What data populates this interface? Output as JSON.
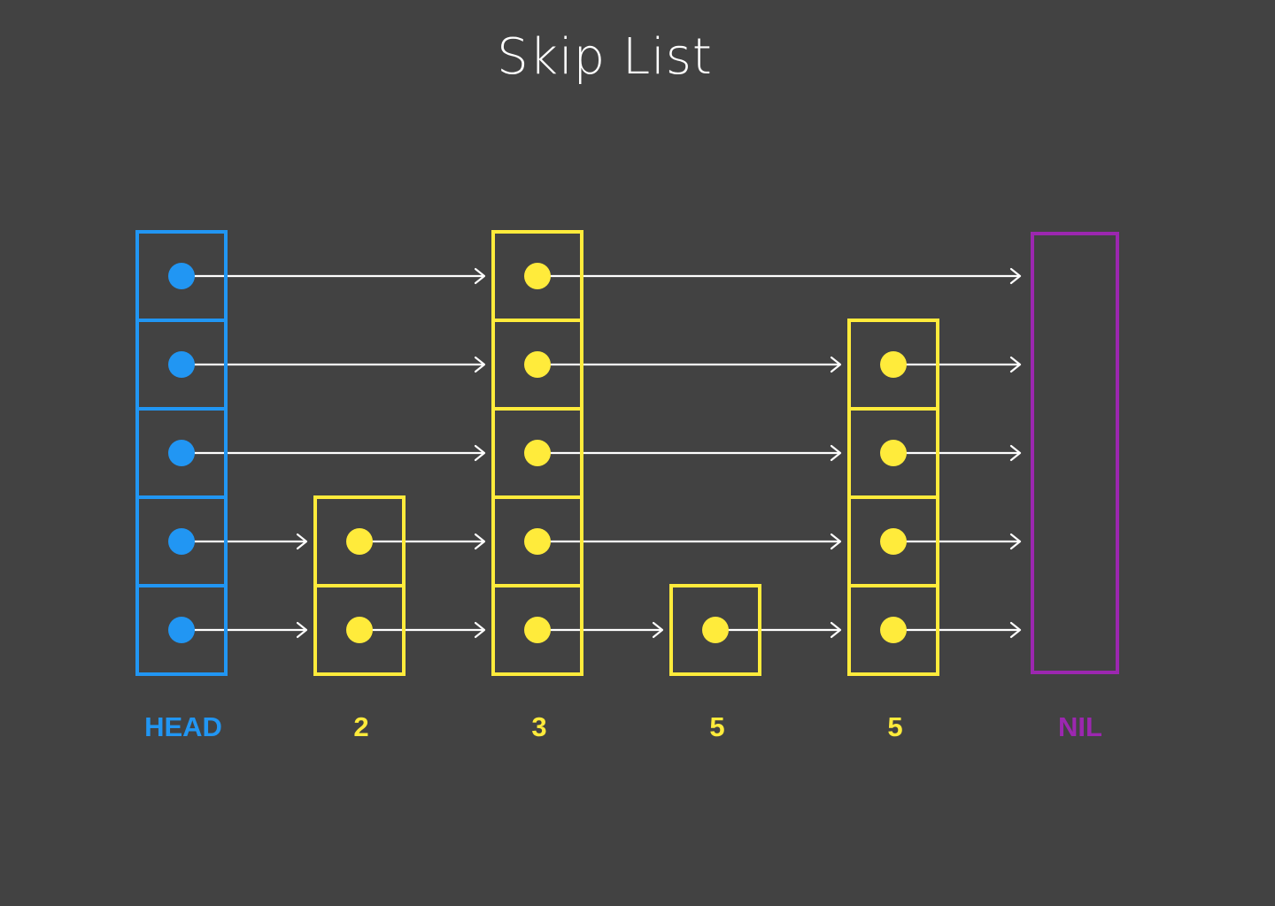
{
  "title": "Skip List",
  "colors": {
    "background": "#424242",
    "head": "#2196f3",
    "node": "#ffeb3b",
    "nil": "#9c27b0",
    "arrow": "#ffffff",
    "title": "#ffffff"
  },
  "levels": 5,
  "nodes": [
    {
      "id": "head",
      "label": "HEAD",
      "kind": "head",
      "height": 5
    },
    {
      "id": "n1",
      "label": "2",
      "kind": "node",
      "height": 2
    },
    {
      "id": "n2",
      "label": "3",
      "kind": "node",
      "height": 5
    },
    {
      "id": "n3",
      "label": "5",
      "kind": "node",
      "height": 1
    },
    {
      "id": "n4",
      "label": "5",
      "kind": "node",
      "height": 4
    },
    {
      "id": "nil",
      "label": "NIL",
      "kind": "nil",
      "height": 5
    }
  ],
  "links": [
    {
      "level": 5,
      "from": "head",
      "to": "n2"
    },
    {
      "level": 5,
      "from": "n2",
      "to": "nil"
    },
    {
      "level": 4,
      "from": "head",
      "to": "n2"
    },
    {
      "level": 4,
      "from": "n2",
      "to": "n4"
    },
    {
      "level": 4,
      "from": "n4",
      "to": "nil"
    },
    {
      "level": 3,
      "from": "head",
      "to": "n2"
    },
    {
      "level": 3,
      "from": "n2",
      "to": "n4"
    },
    {
      "level": 3,
      "from": "n4",
      "to": "nil"
    },
    {
      "level": 2,
      "from": "head",
      "to": "n1"
    },
    {
      "level": 2,
      "from": "n1",
      "to": "n2"
    },
    {
      "level": 2,
      "from": "n2",
      "to": "n4"
    },
    {
      "level": 2,
      "from": "n4",
      "to": "nil"
    },
    {
      "level": 1,
      "from": "head",
      "to": "n1"
    },
    {
      "level": 1,
      "from": "n1",
      "to": "n2"
    },
    {
      "level": 1,
      "from": "n2",
      "to": "n3"
    },
    {
      "level": 1,
      "from": "n3",
      "to": "n4"
    },
    {
      "level": 1,
      "from": "n4",
      "to": "nil"
    }
  ]
}
